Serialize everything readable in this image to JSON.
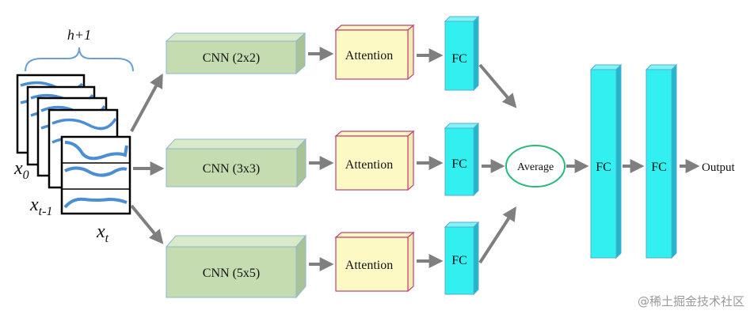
{
  "input_stack": {
    "brace_label": "h+1",
    "labels": {
      "x0": "x",
      "x0_sub": "0",
      "xt1": "x",
      "xt1_sub": "t-1",
      "xt": "x",
      "xt_sub": "t"
    }
  },
  "branches": [
    {
      "cnn": "CNN (2x2)",
      "attention": "Attention",
      "fc": "FC"
    },
    {
      "cnn": "CNN (3x3)",
      "attention": "Attention",
      "fc": "FC"
    },
    {
      "cnn": "CNN (5x5)",
      "attention": "Attention",
      "fc": "FC"
    }
  ],
  "merge": {
    "average": "Average"
  },
  "head": {
    "fc1": "FC",
    "fc2": "FC",
    "output": "Output"
  },
  "watermark": "@稀土掘金技术社区",
  "colors": {
    "cnn_fill": "#c5dcb0",
    "cnn_top": "#d9eac8",
    "cnn_side": "#a9c494",
    "attention_fill": "#fdf9c4",
    "attention_border": "#c0407a",
    "fc_fill": "#33f0f0",
    "fc_side": "#1fb8c8",
    "average_border": "#2ab87a",
    "arrow": "#7f7f7f",
    "curve": "#4a8fd4",
    "brace": "#6a9fd4"
  }
}
